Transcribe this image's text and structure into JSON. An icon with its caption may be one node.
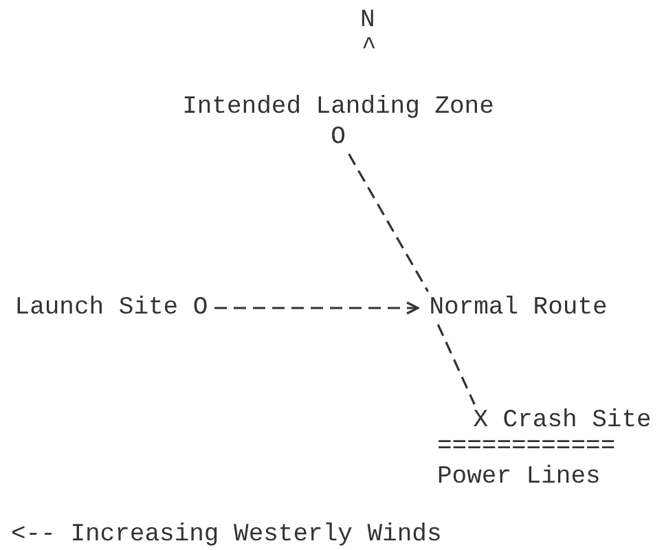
{
  "diagram": {
    "nodes": [
      {
        "text": [
          "Intended Landing Zone",
          "O"
        ]
      },
      {
        "text": [
          "Launch Site O"
        ]
      },
      {
        "text": [
          "Normal Route"
        ]
      },
      {
        "text": [
          "X Crash Site"
        ]
      }
    ],
    "edges": [
      {
        "from": 0,
        "to": 2,
        "arrow": "none",
        "style": "dashed"
      },
      {
        "from": 1,
        "to": 2,
        "arrow": "to",
        "style": "dashed"
      },
      {
        "from": 2,
        "to": 3,
        "arrow": "none",
        "style": "dashed"
      }
    ],
    "labels": [
      "N",
      "^",
      "============",
      "Power Lines",
      "<-- Increasing Westerly Winds"
    ]
  }
}
